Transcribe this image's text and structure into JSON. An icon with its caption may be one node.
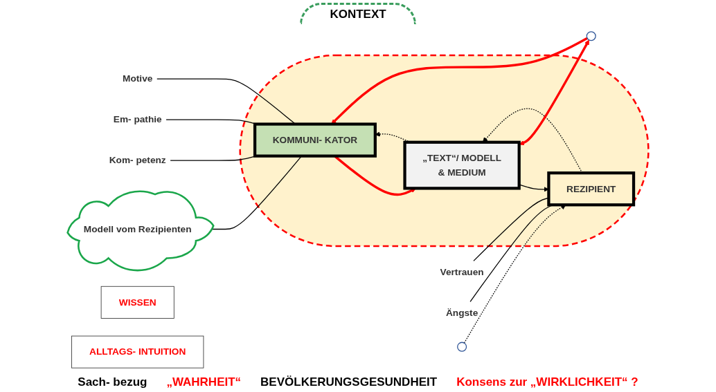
{
  "diagram": {
    "nodes": [
      {
        "text": [
          "Modell vom Rezipienten"
        ]
      },
      {
        "text": [],
        "shape": "ellipse"
      },
      {
        "text": [
          "KOMMUNI- KATOR"
        ],
        "in": 1
      },
      {
        "text": [
          "„TEXT“/ MODELL",
          "& MEDIUM"
        ],
        "in": 1
      },
      {
        "text": [
          "REZIPIENT"
        ],
        "in": 1
      },
      {
        "text": [
          "Vertrauen"
        ]
      },
      {
        "text": [
          "Kom- petenz"
        ]
      },
      {
        "text": [
          "Em- pathie"
        ]
      },
      {
        "text": [
          "Motive"
        ]
      },
      {
        "text": [
          "Ängste"
        ]
      },
      {
        "text": [
          "WISSEN"
        ]
      },
      {
        "text": [
          "ALLTAGS- INTUITION"
        ]
      },
      {
        "text": [],
        "shape": "ellipse"
      },
      {
        "text": [],
        "shape": "ellipse"
      }
    ],
    "edges": [
      {
        "from": 2,
        "to": 3,
        "arrow": "to",
        "style": "thick",
        "color": "#ff0000"
      },
      {
        "from": 3,
        "to": 2,
        "arrow": "to",
        "style": "dashed"
      },
      {
        "from": 3,
        "to": 4,
        "arrow": "to"
      },
      {
        "from": 4,
        "to": 3,
        "arrow": "to",
        "style": "dashed"
      },
      {
        "from": 3,
        "to": 12,
        "arrow": "both",
        "style": "thick",
        "color": "#ff0000"
      },
      {
        "from": 12,
        "to": 2,
        "arrow": "to",
        "style": "thick",
        "color": "#ff0000"
      },
      {
        "from": 13,
        "to": 4,
        "arrow": "to",
        "style": "dashed"
      },
      {
        "from": 0,
        "to": 2,
        "arrow": "none"
      },
      {
        "from": 6,
        "to": 2,
        "arrow": "none"
      },
      {
        "from": 7,
        "to": 2,
        "arrow": "none"
      },
      {
        "from": 8,
        "to": 2,
        "arrow": "none"
      },
      {
        "from": 5,
        "to": 4,
        "arrow": "none"
      },
      {
        "from": 9,
        "to": 4,
        "arrow": "none"
      }
    ],
    "labels": [
      "KONTEXT",
      "Sach- bezug",
      "„WAHRHEIT“",
      "BEVÖLKERUNGSGESUNDHEIT",
      "Konsens zur „WIRKLICHKEIT“ ?"
    ]
  }
}
